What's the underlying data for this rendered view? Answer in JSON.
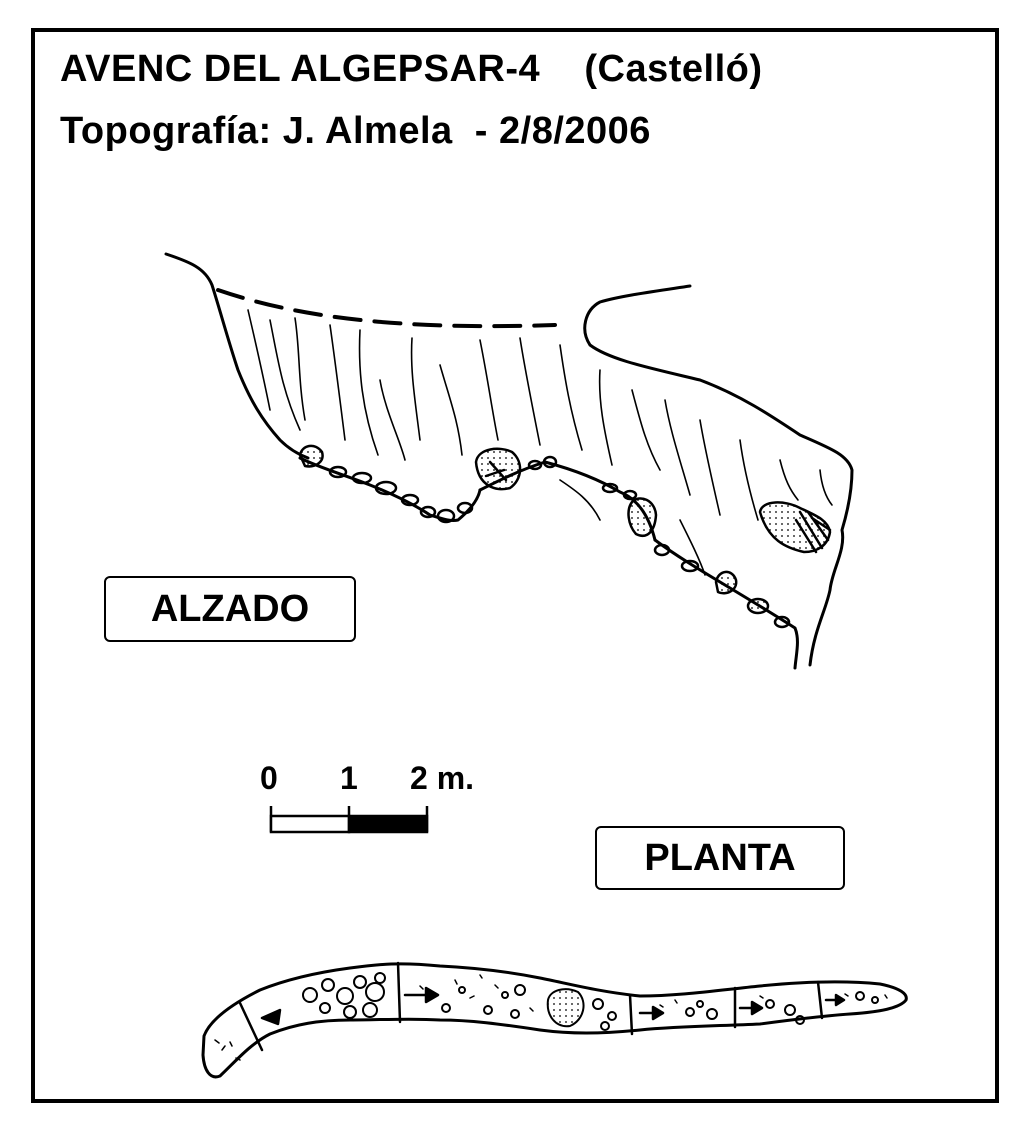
{
  "title": {
    "line1": "AVENC DEL ALGEPSAR-4    (Castelló)",
    "line2": "Topografía: J. Almela  - 2/8/2006"
  },
  "views": {
    "elevation_label": "ALZADO",
    "plan_label": "PLANTA"
  },
  "scale_bar": {
    "labels": [
      "0",
      "1",
      "2 m."
    ]
  },
  "colors": {
    "ink": "#000000",
    "paper": "#ffffff"
  }
}
